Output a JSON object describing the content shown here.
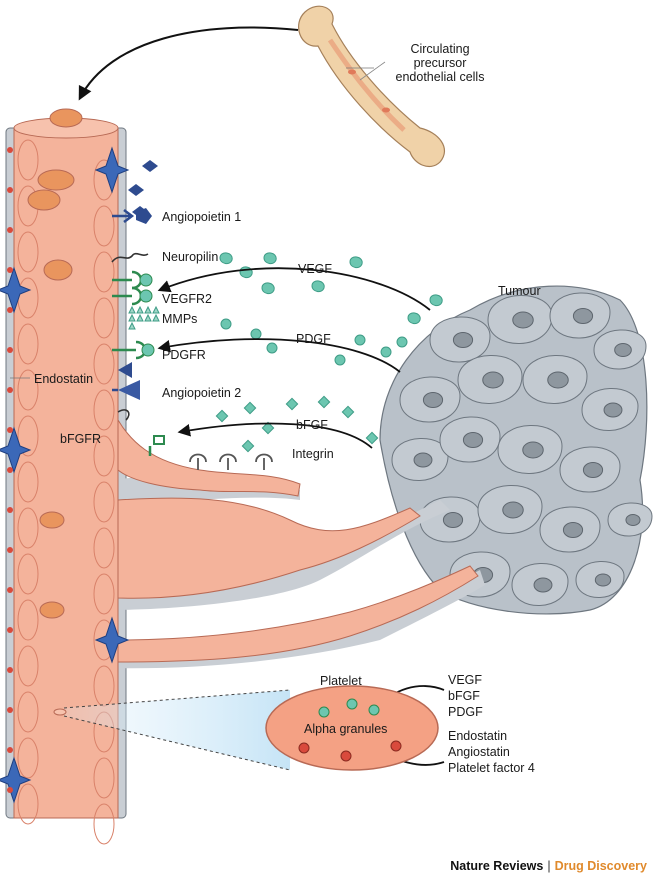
{
  "labels": {
    "circulating_precursor": [
      "Circulating",
      "precursor",
      "endothelial cells"
    ],
    "angiopoietin1": "Angiopoietin 1",
    "neuropilin": "Neuropilin",
    "vegfr2": "VEGFR2",
    "mmps": "MMPs",
    "pdgfr": "PDGFR",
    "angiopoietin2": "Angiopoietin 2",
    "endostatin": "Endostatin",
    "bfgfr": "bFGFR",
    "integrin": "Integrin",
    "vegf": "VEGF",
    "pdgf": "PDGF",
    "bfgf": "bFGF",
    "tumour": "Tumour",
    "platelet": "Platelet",
    "alpha_granules": "Alpha granules",
    "platelet_factors_top": [
      "VEGF",
      "bFGF",
      "PDGF"
    ],
    "platelet_factors_bottom": [
      "Endostatin",
      "Angiostatin",
      "Platelet factor 4"
    ]
  },
  "footer": {
    "journal": "Nature Reviews",
    "section": "Drug Discovery"
  },
  "colors": {
    "vessel": "#f4b39b",
    "vessel_dark": "#d9826a",
    "basement_membrane": "#c9ced4",
    "tumour": "#b9c1c9",
    "tumour_nucleus": "#8e979f",
    "vegf": "#6cc6b0",
    "angiopoietin": "#2e4b8f",
    "receptor_green": "#2d8a4f",
    "bone": "#f0d2a8",
    "footer_accent": "#e08a2c"
  },
  "icons": [
    "bone-icon",
    "tumour-cell-icon",
    "pericyte-icon",
    "receptor-icon",
    "platelet-icon"
  ]
}
